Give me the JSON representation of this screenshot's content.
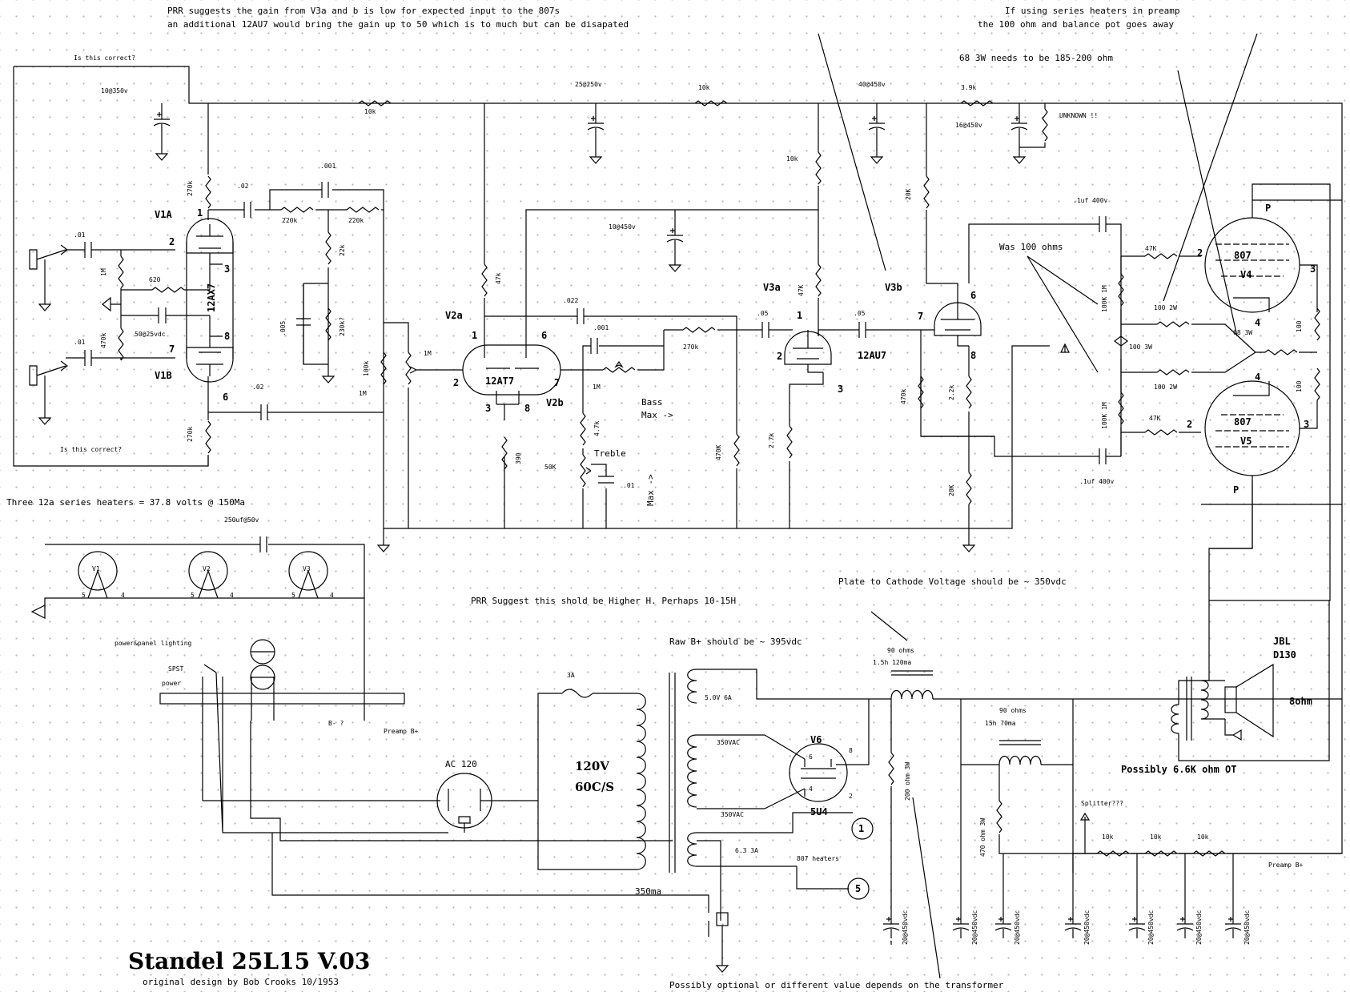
{
  "notes": {
    "prr_gain_1": "PRR suggests the gain from V3a and b is low for expected input to the  807s",
    "prr_gain_2": "an additional 12AU7 would bring the gain up to 50 which is to much but can be disapated",
    "series_1": "If using series heaters in preamp",
    "series_2": "the 100 ohm and balance pot goes away",
    "r68": "68 3W needs to be 185-200 ohm",
    "correct_top": "Is this correct?",
    "correct_bottom": "Is this correct?",
    "was100": "Was 100 ohms",
    "unknown": "UNKNOWN !!",
    "heaters": "Three 12a  series heaters = 37.8 volts @ 150Ma",
    "prr_higher": "PRR Suggest this shold be Higher H. Perhaps 10-15H",
    "plate_cathode": "Plate to Cathode Voltage should be ~ 350vdc",
    "raw_bplus": "Raw B+ should be ~ 395vdc",
    "ot": "Possibly 6.6K ohm OT",
    "splitter": "Splitter???",
    "optional": "Possibly optional or different value depends on the transformer",
    "lighting": "power&panel lighting",
    "spst": "SPST",
    "power": "power",
    "bminus": "B- ?",
    "preamp_bplus_1": "Preamp B+",
    "preamp_bplus_2": "Preamp B+"
  },
  "title": {
    "main": "Standel 25L15 V.03",
    "credit": "original design by Bob Crooks 10/1953"
  },
  "tubes": {
    "v1a": "V1A",
    "v1b": "V1B",
    "v2a": "V2a",
    "v2b": "V2b",
    "v3a": "V3a",
    "v3b": "V3b",
    "v4": "V4",
    "v5": "V5",
    "v6": "V6",
    "u5u4": "5U4",
    "t12ax7": "12AX7",
    "t12at7": "12AT7",
    "t12au7": "12AU7",
    "t807a": "807",
    "t807b": "807",
    "h1": "V1",
    "h2": "V2",
    "h3": "V3",
    "p_top": "P",
    "p_bot": "P"
  },
  "pins": {
    "v1_1": "1",
    "v1_2": "2",
    "v1_3": "3",
    "v1_7": "7",
    "v1_8": "8",
    "v1_6": "6",
    "v2_1": "1",
    "v2_2": "2",
    "v2_3": "3",
    "v2_6": "6",
    "v2_7": "7",
    "v2_8": "8",
    "v3_1": "1",
    "v3_2": "2",
    "v3_3": "3",
    "v3_6": "6",
    "v3_7": "7",
    "v3_8": "8",
    "v4_2": "2",
    "v4_3": "3",
    "v4_4": "4",
    "v5_2": "2",
    "v5_3": "3",
    "v5_4": "4",
    "v6_2": "2",
    "v6_4": "4",
    "v6_6": "6",
    "v6_8": "8",
    "term1": "1",
    "term5": "5",
    "h1_5": "5",
    "h1_4": "4",
    "h2_5": "5",
    "h2_4": "4",
    "h3_5": "5",
    "h3_4": "4"
  },
  "components": {
    "c10_350": "10@350v",
    "r10k_a": "10k",
    "c25_250": "25@250v",
    "r10k_b": "10k",
    "c40_450": "40@450v",
    "r3_9k": "3.9k",
    "c16_450": "16@450v",
    "r270k_a": "270k",
    "c02_a": ".02",
    "c001_a": ".001",
    "r220k_a": "220k",
    "r220k_b": "220k",
    "r22k": "22k",
    "c01_a": ".01",
    "r1m_a": "1M",
    "r620": "620",
    "c50_25": "50@25vdc",
    "r470k_a": "470k",
    "c01_b": ".01",
    "c005": ".005",
    "r230k": "230k?",
    "r100k_a": "100k",
    "r1m_b": "1M",
    "r1m_c": "1M",
    "c02_b": ".02",
    "r270k_b": "270k",
    "r47k_a": "47k",
    "c10_450": "10@450v",
    "c022": ".022",
    "c001_b": ".001",
    "r270k_c": "270k",
    "r1m_d": "1M",
    "r4_7k": "4.7k",
    "r50k": "50K",
    "c01_c": ".01",
    "r390": "390",
    "r470k_b": "470K",
    "r10k_c": "10k",
    "r47k_b": "47K",
    "r2_7k": "2.7k",
    "c05_a": ".05",
    "c05_b": ".05",
    "r20k_a": "20K",
    "r470k_c": "470k",
    "r2_2k": "2.2k",
    "r20k_b": "20K",
    "c1uf_a": ".1uf 400v",
    "c1uf_b": ".1uf 400v",
    "r47k_c": "47K",
    "r47k_d": "47K",
    "r100k_b": "100K 1M",
    "r100k_c": "100K 1M",
    "r100_2w_a": "100 2W",
    "r100_2w_b": "100 2W",
    "r100_3w": "100 3W",
    "r68_3w": "68 3W",
    "r100_a": "100",
    "r100_b": "100",
    "c250uf": "250uf@50v",
    "fuse": "3A",
    "ac": "AC 120",
    "v120": "120V",
    "hz60": "60C/S",
    "sec5v": "5.0V 6A",
    "sec350a": "350VAC",
    "sec350b": "350VAC",
    "sec63": "6.3 3A",
    "heaters807": "807 heaters",
    "ma350": "350ma",
    "ch1_ohm": "90 ohms",
    "ch1": "1.5h 120ma",
    "ch2_ohm": "90 ohms",
    "ch2": "15h 70ma",
    "r200": "200 ohm 3W",
    "r470_3w": "470 ohm 3W",
    "r10k_d": "10k",
    "r10k_e": "10k",
    "r10k_f": "10k",
    "cap20_1": "20@450vdc",
    "cap20_2": "20@450vdc",
    "cap20_3": "20@450vdc",
    "cap20_4": "20@450vdc",
    "cap20_5": "20@450vdc",
    "cap20_6": "20@450vdc",
    "cap20_7": "20@450vdc",
    "spk_brand": "JBL",
    "spk_model": "D130",
    "spk_ohm": "8ohm",
    "bass": "Bass",
    "bass_max": "Max ->",
    "treble": "Treble",
    "treble_max": "Max ->"
  }
}
